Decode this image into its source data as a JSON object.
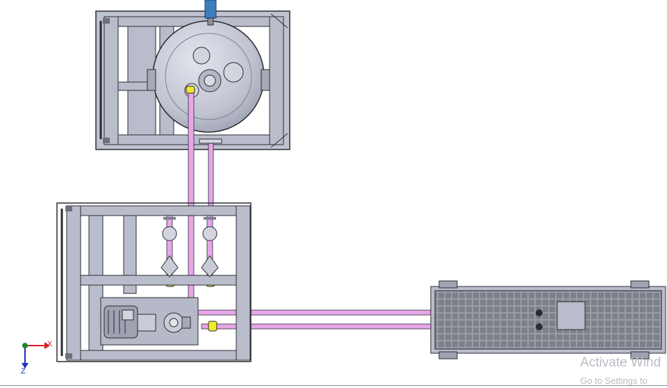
{
  "triad": {
    "x_label": "X",
    "z_label": "Z",
    "x_color": "#d61f26",
    "z_color": "#1b2fb8",
    "origin_color": "#1a8a2a"
  },
  "watermark": {
    "line1": "Activate Wind",
    "line2": "Go to Settings to"
  },
  "colors": {
    "frame_fill": "#b9bccb",
    "frame_stroke": "#2b2b33",
    "vessel_fill": "#c4c7d3",
    "pipe_pink": "#e7a6ea",
    "pipe_yellow": "#f2ea29",
    "grate_fill": "#8d9097",
    "valve_blue": "#3b7ebf"
  },
  "icons": [
    "vessel-icon",
    "pump-motor-icon",
    "valve-icon",
    "grate-icon"
  ]
}
